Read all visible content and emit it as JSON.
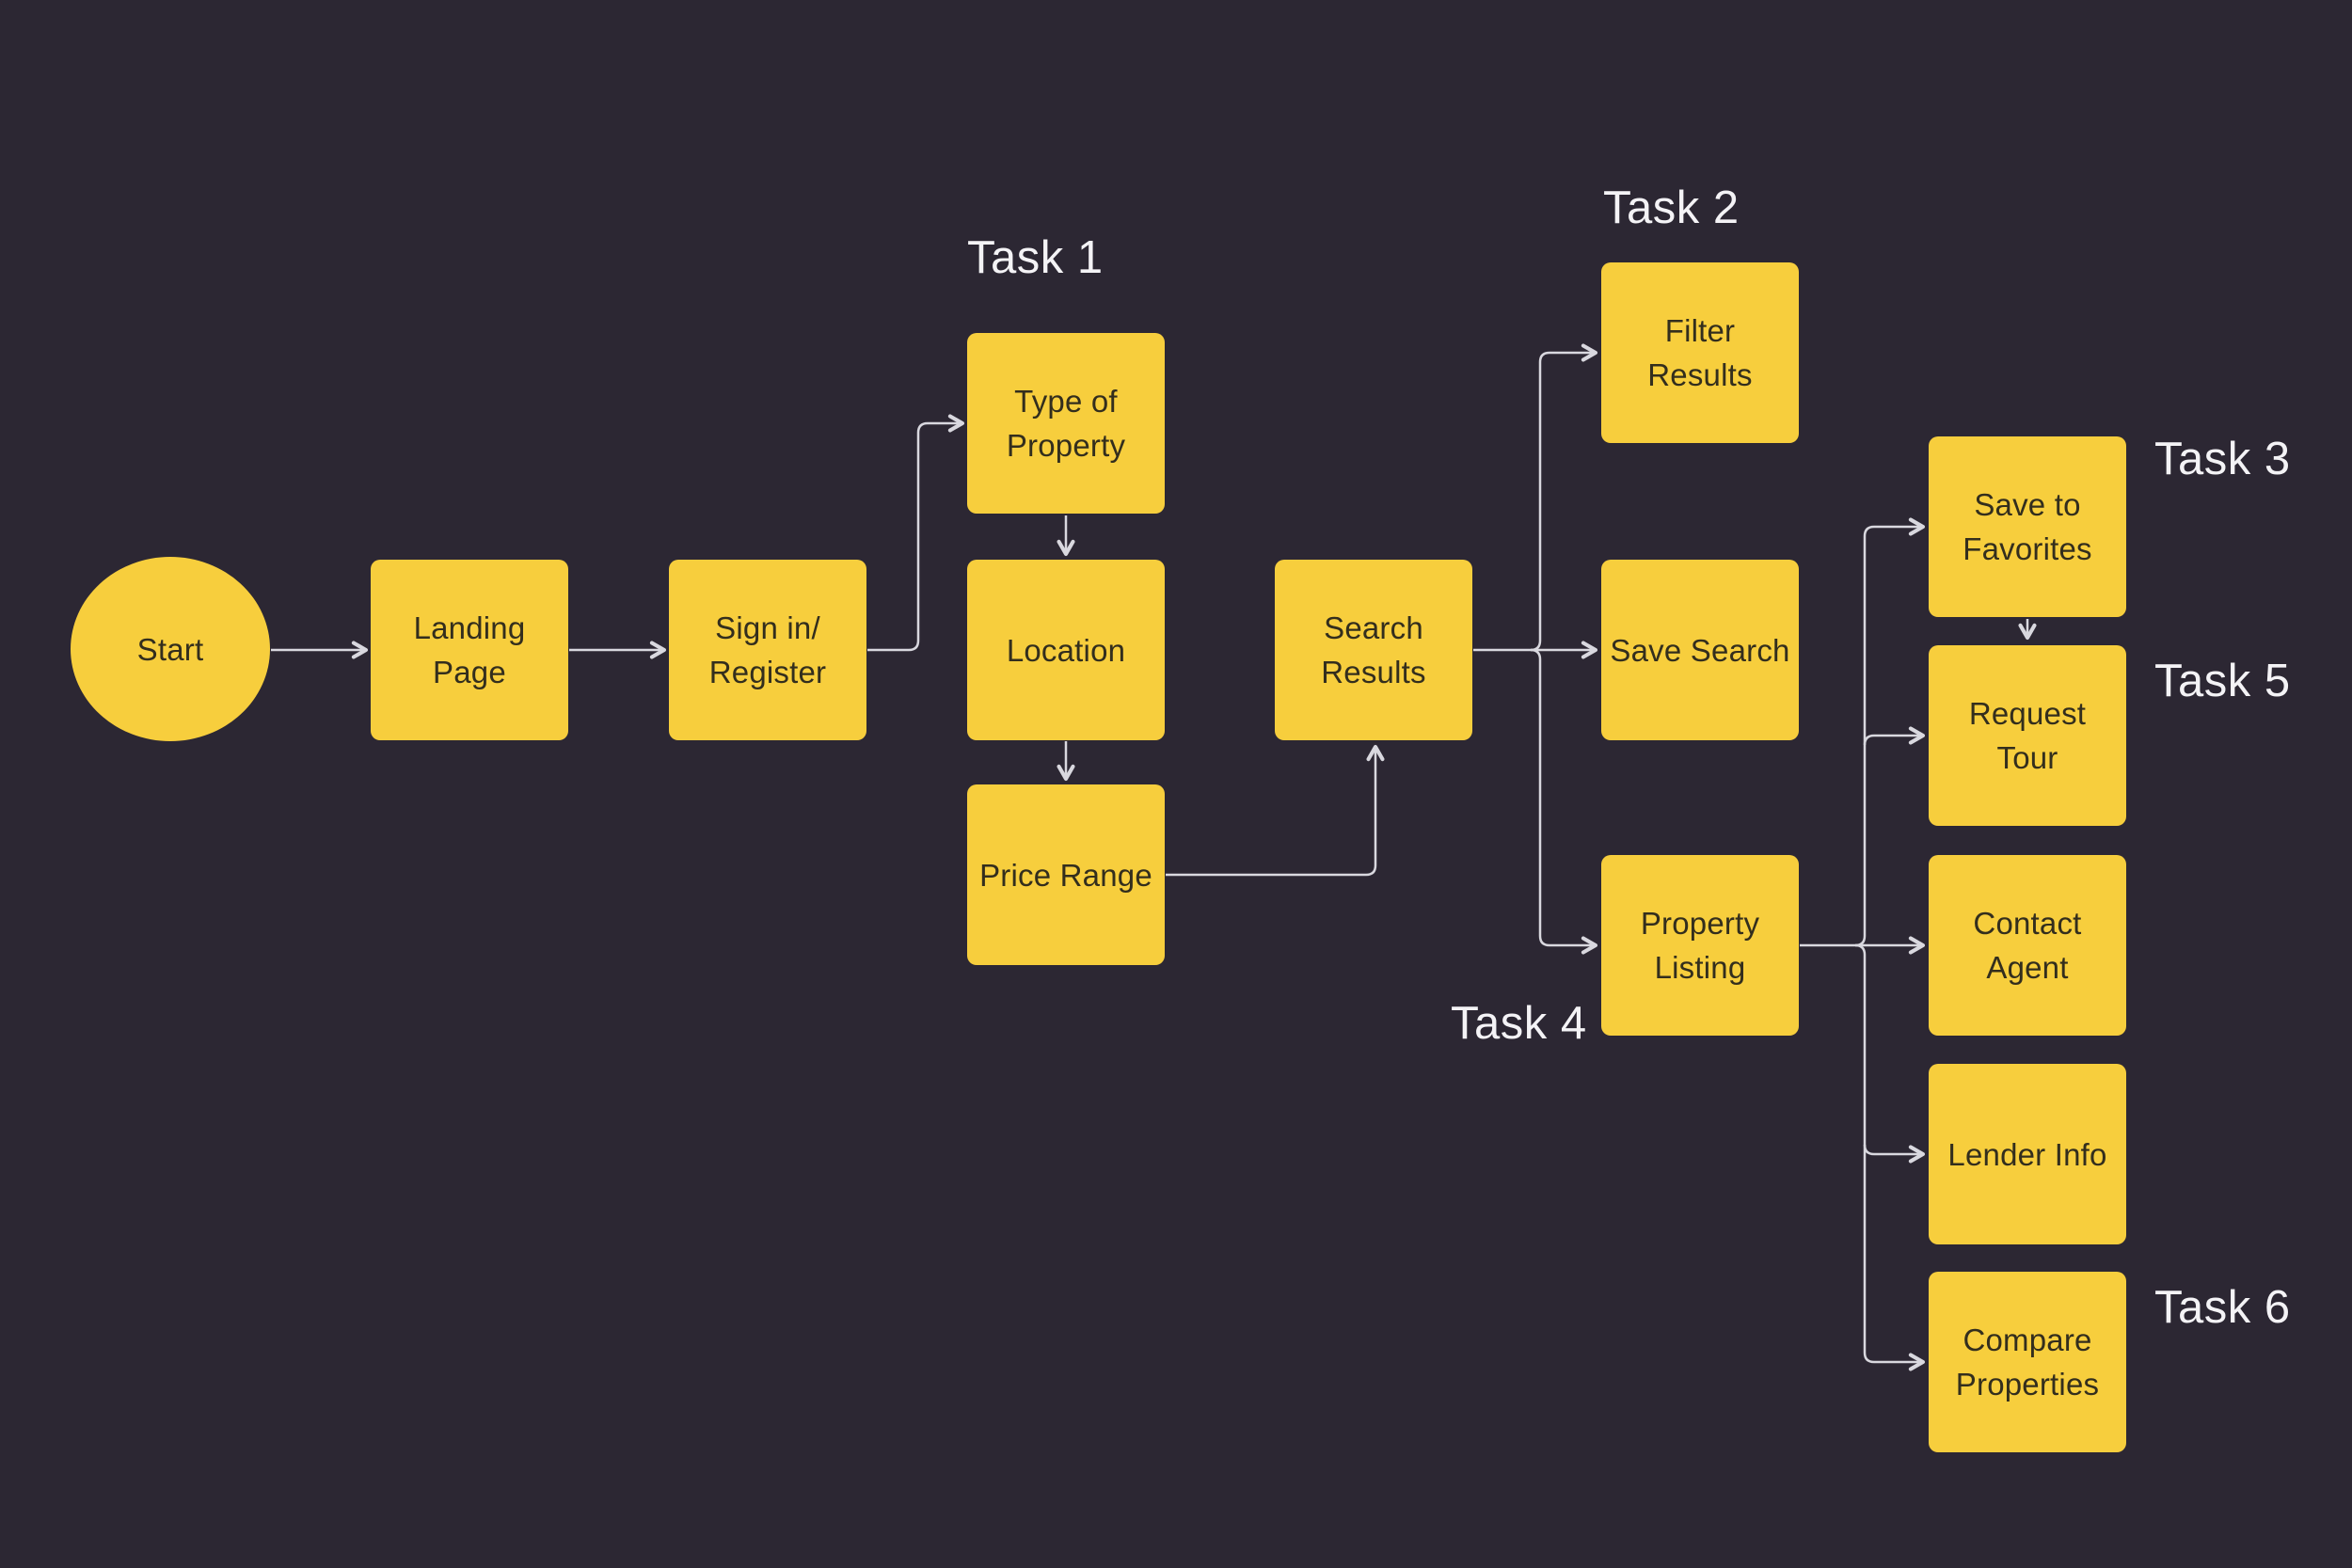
{
  "canvas": {
    "background_color": "#2C2733",
    "node_fill_color": "#F7CE3D",
    "node_text_color": "#332E1D",
    "connector_color": "#D9D8DF",
    "task_label_color": "#F4F3F6"
  },
  "nodes": [
    {
      "id": "start",
      "shape": "ellipse",
      "label": "Start"
    },
    {
      "id": "landing-page",
      "shape": "rectangle",
      "label": "Landing\nPage"
    },
    {
      "id": "sign-in-register",
      "shape": "rectangle",
      "label": "Sign in/\nRegister"
    },
    {
      "id": "type-of-property",
      "shape": "rectangle",
      "label": "Type of\nProperty"
    },
    {
      "id": "location",
      "shape": "rectangle",
      "label": "Location"
    },
    {
      "id": "price-range",
      "shape": "rectangle",
      "label": "Price Range"
    },
    {
      "id": "search-results",
      "shape": "rectangle",
      "label": "Search\nResults"
    },
    {
      "id": "filter-results",
      "shape": "rectangle",
      "label": "Filter\nResults"
    },
    {
      "id": "save-search",
      "shape": "rectangle",
      "label": "Save Search"
    },
    {
      "id": "property-listing",
      "shape": "rectangle",
      "label": "Property\nListing"
    },
    {
      "id": "save-to-favorites",
      "shape": "rectangle",
      "label": "Save to\nFavorites"
    },
    {
      "id": "request-tour",
      "shape": "rectangle",
      "label": "Request\nTour"
    },
    {
      "id": "contact-agent",
      "shape": "rectangle",
      "label": "Contact\nAgent"
    },
    {
      "id": "lender-info",
      "shape": "rectangle",
      "label": "Lender Info"
    },
    {
      "id": "compare-properties",
      "shape": "rectangle",
      "label": "Compare\nProperties"
    }
  ],
  "task_labels": [
    {
      "id": "task-1",
      "label": "Task 1"
    },
    {
      "id": "task-2",
      "label": "Task 2"
    },
    {
      "id": "task-3",
      "label": "Task 3"
    },
    {
      "id": "task-4",
      "label": "Task 4"
    },
    {
      "id": "task-5",
      "label": "Task 5"
    },
    {
      "id": "task-6",
      "label": "Task 6"
    }
  ]
}
